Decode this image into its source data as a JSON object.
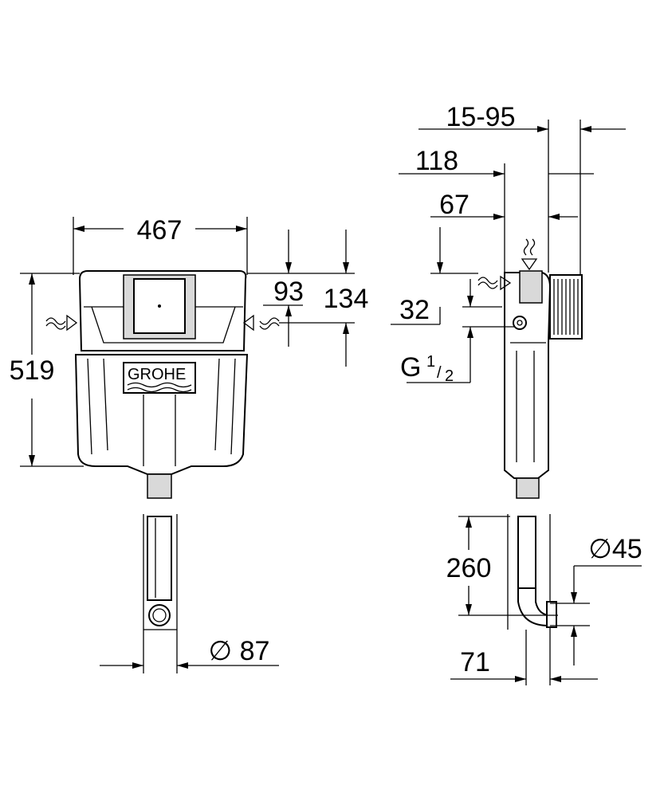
{
  "brand": "GROHE",
  "front_view": {
    "width": "467",
    "height": "519",
    "inlet_height": "93",
    "inlet_offset": "134",
    "pipe_diameter": "∅ 87"
  },
  "side_view": {
    "adjust_range": "15-95",
    "depth": "118",
    "depth_inner": "67",
    "offset_32": "32",
    "connection": "G",
    "connection_num": "1",
    "connection_den": "2",
    "pipe_length": "260",
    "outlet_diameter": "∅45",
    "outlet_offset": "71"
  }
}
